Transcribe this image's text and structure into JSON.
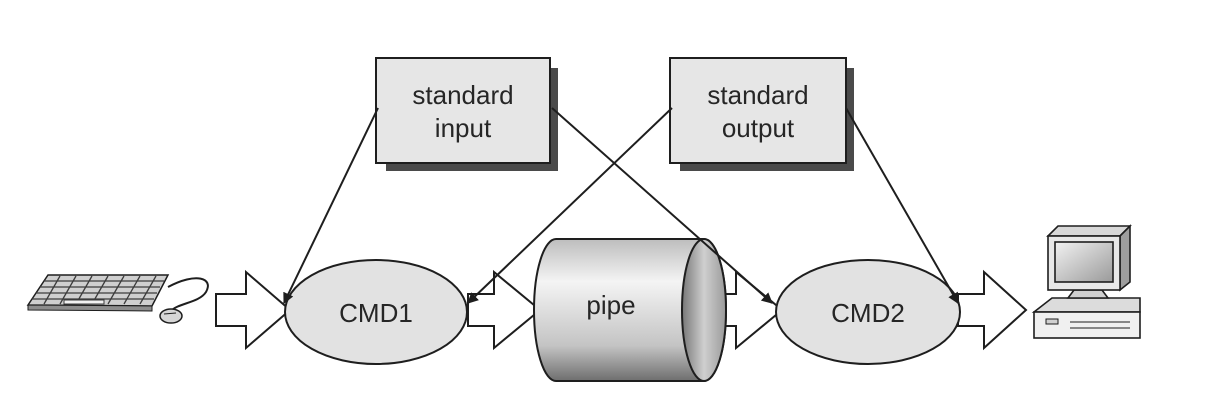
{
  "diagram": {
    "standard_input": {
      "line1": "standard",
      "line2": "input"
    },
    "standard_output": {
      "line1": "standard",
      "line2": "output"
    },
    "cmd1": "CMD1",
    "pipe": "pipe",
    "cmd2": "CMD2"
  },
  "colors": {
    "box_fill": "#e6e6e6",
    "shadow": "#4a4a4a",
    "stroke": "#1e1e1e",
    "ellipse_fill": "#e2e2e2",
    "arrow_fill": "#ffffff"
  },
  "icons": {
    "keyboard": "keyboard-icon",
    "mouse": "mouse-icon",
    "computer": "computer-icon"
  }
}
